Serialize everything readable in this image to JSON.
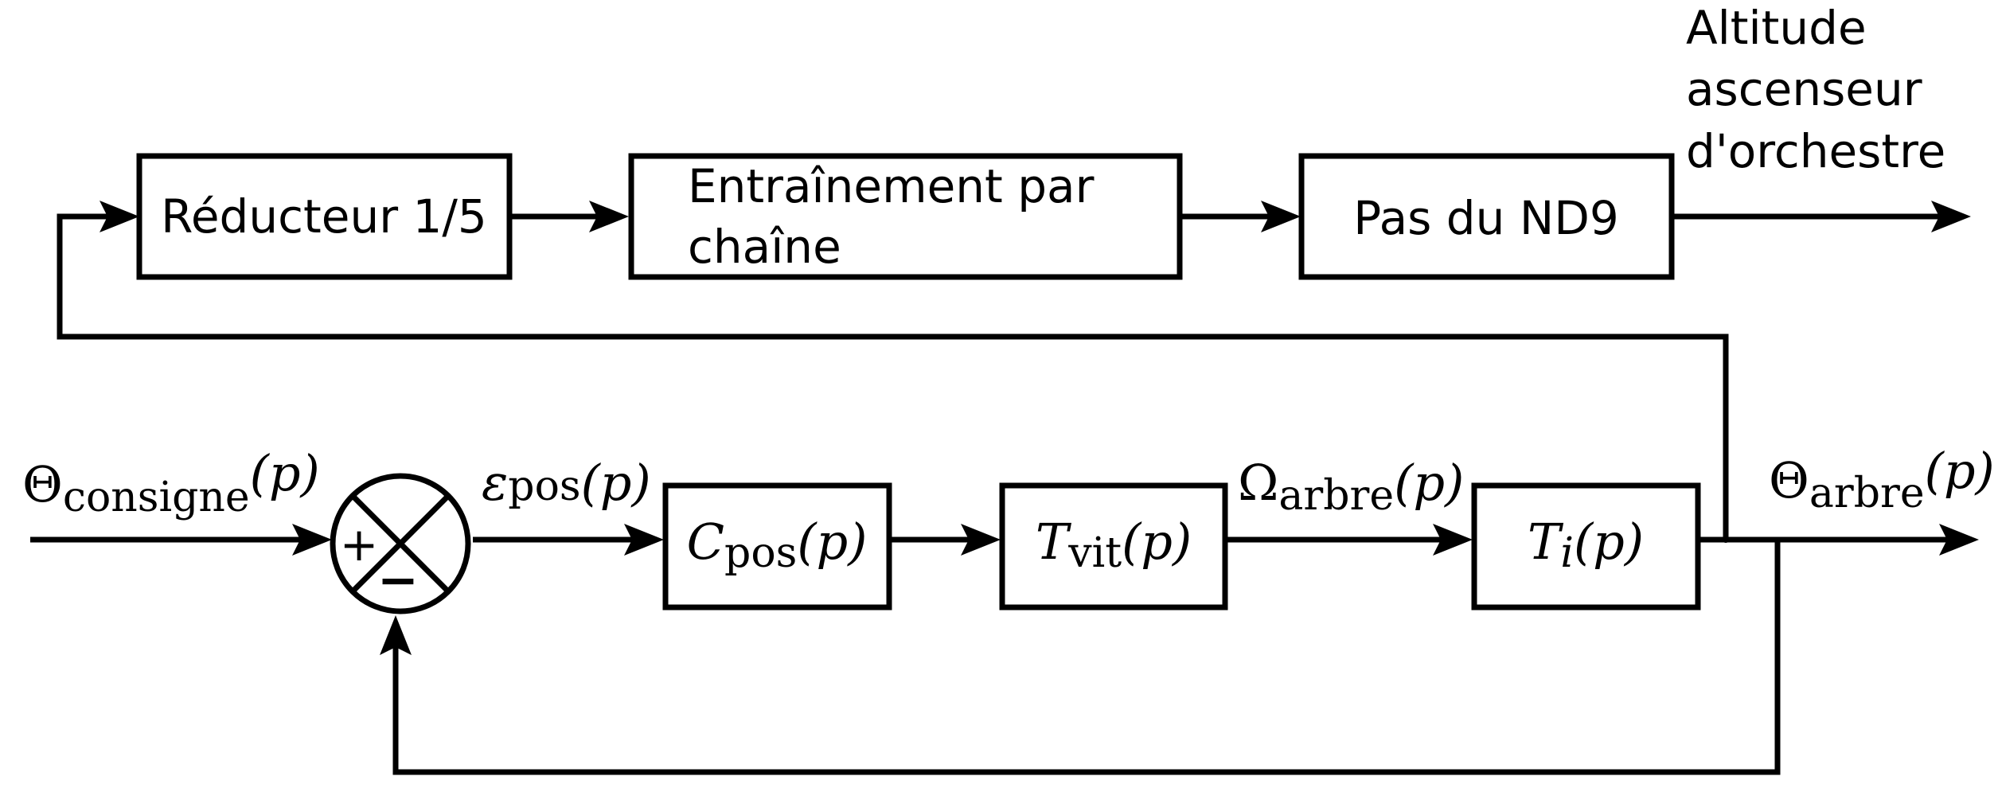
{
  "colors": {
    "stroke": "#000000",
    "background": "#ffffff"
  },
  "top_chain": {
    "reducteur": "Réducteur 1/5",
    "entrainement_line1": "Entraînement par",
    "entrainement_line2": "chaîne",
    "pas": "Pas du ND9",
    "output_line1": "Altitude",
    "output_line2": "ascenseur",
    "output_line3": "d'orchestre"
  },
  "loop": {
    "input": {
      "symbol": "Θ",
      "sub": "consigne",
      "arg": "(p)"
    },
    "summer": {
      "plus": "+",
      "minus": "−"
    },
    "error": {
      "symbol": "ε",
      "sub": "pos",
      "arg": "(p)"
    },
    "c_pos": {
      "symbol": "C",
      "sub": "pos",
      "arg": "(p)"
    },
    "t_vit": {
      "symbol": "T",
      "sub": "vit",
      "arg": "(p)"
    },
    "omega": {
      "symbol": "Ω",
      "sub": "arbre",
      "arg": "(p)"
    },
    "t_i": {
      "symbol": "T",
      "sub": "i",
      "arg": "(p)"
    },
    "output": {
      "symbol": "Θ",
      "sub": "arbre",
      "arg": "(p)"
    }
  }
}
